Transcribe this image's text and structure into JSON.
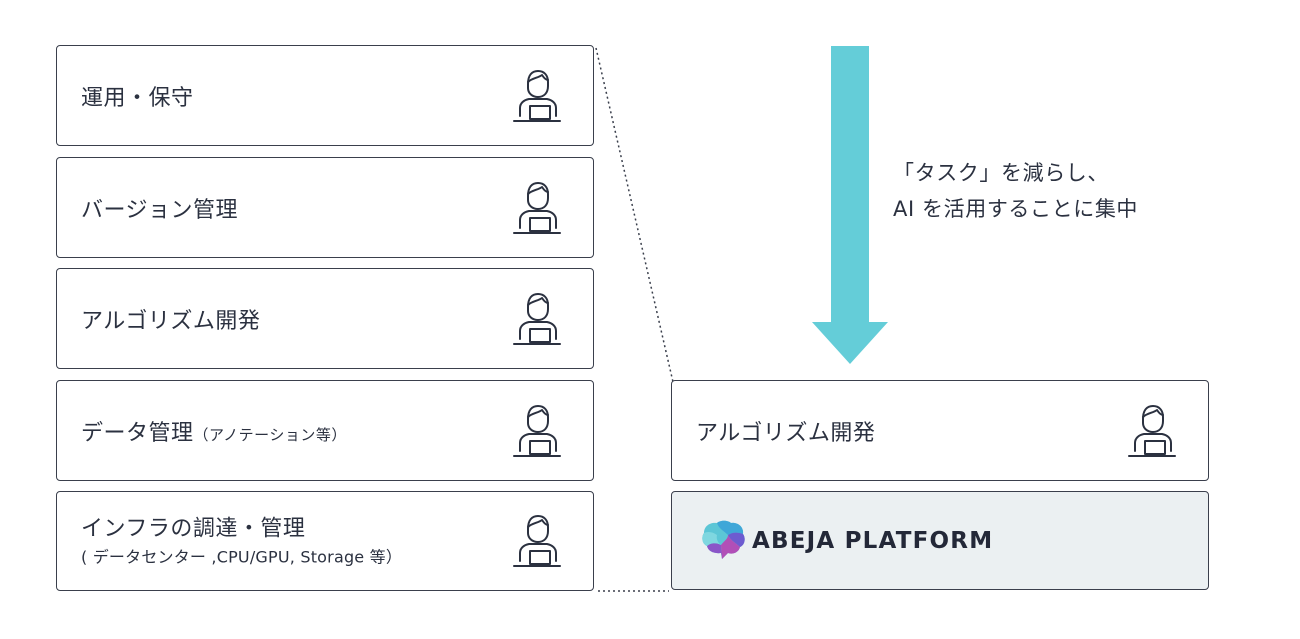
{
  "colors": {
    "arrow": "#64cdd8",
    "border": "#3a3f4c",
    "platform_bg": "#ebf0f2",
    "text": "#2b3140"
  },
  "left_stack": [
    {
      "label": "運用・保守"
    },
    {
      "label": "バージョン管理"
    },
    {
      "label": "アルゴリズム開発"
    },
    {
      "label": "データ管理",
      "note": "（アノテーション等）"
    },
    {
      "label": "インフラの調達・管理",
      "sub": "( データセンター ,CPU/GPU, Storage 等）"
    }
  ],
  "caption": {
    "line1": "「タスク」を減らし、",
    "line2": "AI を活用することに集中"
  },
  "right_stack": {
    "task_label": "アルゴリズム開発",
    "platform_name": "ABEJA PLATFORM",
    "platform_logo": "abeja-brain-logo-icon"
  },
  "icons": {
    "person": "person-at-laptop-icon",
    "arrow": "down-arrow-icon"
  }
}
